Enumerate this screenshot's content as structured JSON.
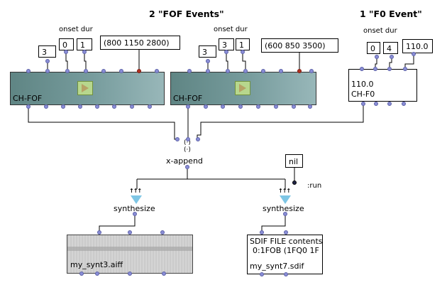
{
  "headings": {
    "fof_events": "2 \"FOF Events\"",
    "f0_event": "1 \"F0 Event\""
  },
  "fof_left": {
    "onset_dur_label": "onset dur",
    "v1": "3",
    "v2": "0",
    "v3": "1",
    "list": "(800 1150 2800)",
    "box_label": "CH-FOF"
  },
  "fof_right": {
    "onset_dur_label": "onset dur",
    "v1": "3",
    "v2": "3",
    "v3": "1",
    "list": "(600 850 3500)",
    "box_label": "CH-FOF"
  },
  "f0": {
    "onset_dur_label": "onset dur",
    "v1": "0",
    "v2": "4",
    "v3": "110.0",
    "box_value": "110.0",
    "box_label": "CH-F0"
  },
  "x_append": {
    "label": "x-append"
  },
  "nil_box": {
    "value": "nil",
    "run_label": ":run"
  },
  "synth_left": {
    "label": "synthesize"
  },
  "synth_right": {
    "label": "synthesize"
  },
  "sound_box": {
    "file": "my_synt3.aiff"
  },
  "sdif_box": {
    "line1": "SDIF FILE contents",
    "line2": "0:1FOB (1FQ0 1F",
    "file": "my_synt7.sdif"
  },
  "colors": {
    "inlet": "#8a8ed6",
    "red_inlet": "#b43020",
    "class_box": "#789d9e",
    "wire": "#000000"
  }
}
